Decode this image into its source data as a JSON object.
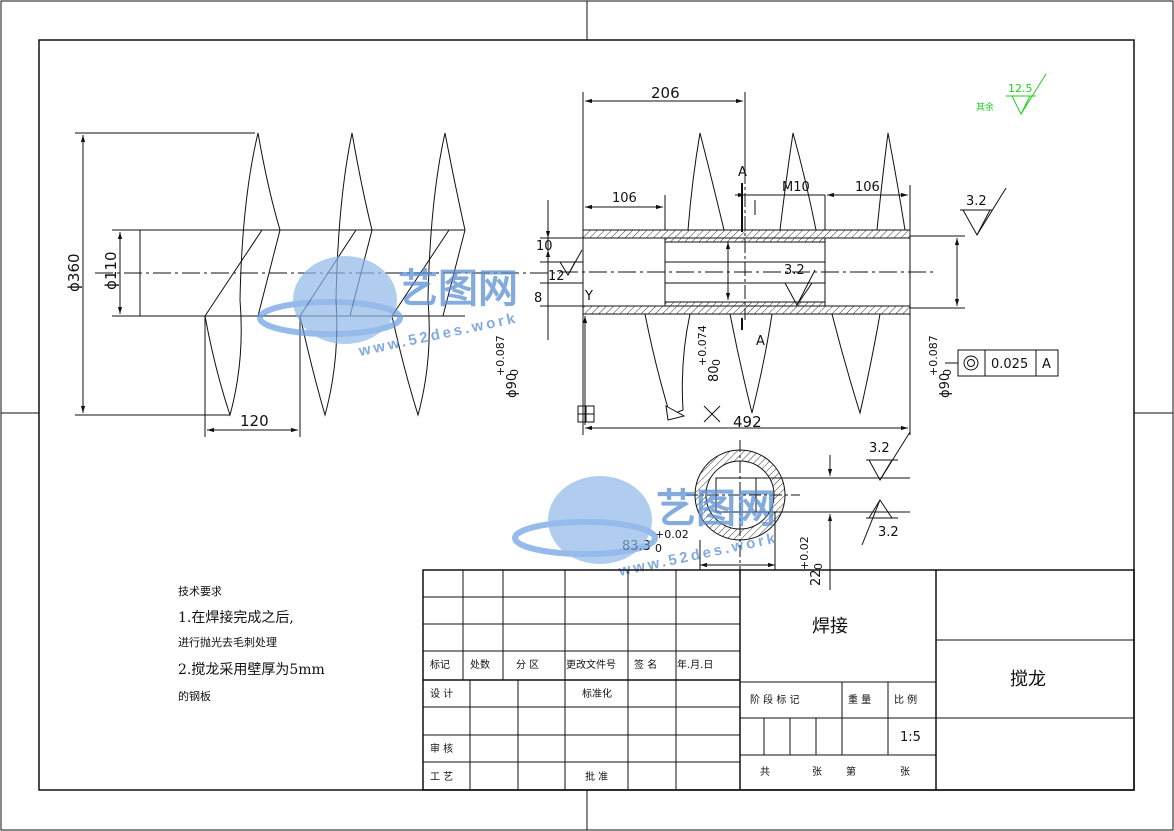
{
  "dims": {
    "d360": "ϕ360",
    "d110": "ϕ110",
    "l120": "120",
    "l206": "206",
    "l106a": "106",
    "l106b": "106",
    "m10": "M10",
    "sec_a_top": "A",
    "sec_a_bot": "A",
    "l10": "10",
    "l12": "12",
    "l8": "8",
    "y_label": "Y",
    "r32_inner": "3.2",
    "r32_right": "3.2",
    "d90_left": "ϕ90",
    "tol_left_up": "+0.087",
    "tol_left_lo": "0",
    "d80": "80",
    "tol_80_up": "+0.074",
    "tol_80_lo": "0",
    "d90_right": "ϕ90",
    "tol_right_up": "+0.087",
    "tol_right_lo": "0",
    "l492": "492",
    "flatness": "0.025",
    "datum": "A",
    "r32_sec1": "3.2",
    "r32_sec2": "3.2",
    "d833": "83.3",
    "tol_833_up": "+0.02",
    "tol_833_lo": "0",
    "d22": "22",
    "tol_22_up": "+0.02",
    "tol_22_lo": "0",
    "rough_other_label": "其余",
    "rough_other_value": "12.5"
  },
  "watermark": {
    "brand_cn": "艺图网",
    "brand_url": "www.52des.work"
  },
  "requirements": {
    "title": "技术要求",
    "line1": "1.在焊接完成之后,",
    "line2": "进行抛光去毛刺处理",
    "line3": "2.搅龙采用壁厚为5mm",
    "line4": "的钢板"
  },
  "title_block": {
    "h_mark": "标记",
    "h_count": "处数",
    "h_zone": "分 区",
    "h_change": "更改文件号",
    "h_sign": "签 名",
    "h_date": "年.月.日",
    "design": "设 计",
    "standard": "标准化",
    "review": "审 核",
    "process": "工 艺",
    "approve": "批 准",
    "stage": "阶 段 标 记",
    "weight": "重 量",
    "ratio": "比 例",
    "scale": "1:5",
    "total": "共",
    "sheets1": "张",
    "nth": "第",
    "sheets2": "张",
    "material": "焊接",
    "part_name": "搅龙"
  }
}
